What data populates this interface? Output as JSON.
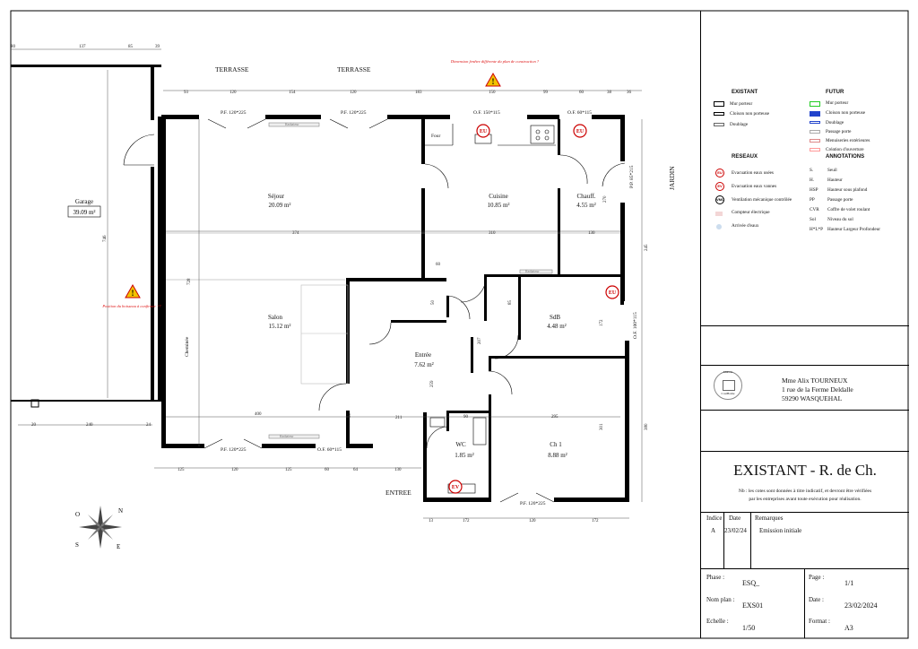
{
  "plan": {
    "rooms": [
      {
        "key": "sejour",
        "name": "Séjour",
        "area": "20.09 m²"
      },
      {
        "key": "cuisine",
        "name": "Cuisine",
        "area": "10.85 m²"
      },
      {
        "key": "chauff",
        "name": "Chauff.",
        "area": "4.55 m²"
      },
      {
        "key": "salon",
        "name": "Salon",
        "area": "15.12 m²"
      },
      {
        "key": "sdb",
        "name": "SdB",
        "area": "4.48 m²"
      },
      {
        "key": "entree",
        "name": "Entrée",
        "area": "7.62 m²"
      },
      {
        "key": "wc",
        "name": "WC",
        "area": "1.85 m²"
      },
      {
        "key": "ch1",
        "name": "Ch 1",
        "area": "8.88 m²"
      },
      {
        "key": "garage",
        "name": "Garage",
        "area": "39.09 m²"
      }
    ],
    "labels": {
      "terrasse": "TERRASSE",
      "jardin": "JARDIN",
      "entree": "ENTREE",
      "four": "Four",
      "cheminee": "Cheminée",
      "radiateur": "Radiateur",
      "pf": "P.F. 120*225",
      "of150": "O.F. 150*115",
      "of60": "O.F. 60*115",
      "pp85": "P.P. 85*215",
      "of100": "O.F. 100*115",
      "of60b": "O.F. 60*115",
      "note_top": "Dimension fenêtre différente du plan de construction ?",
      "note_left": "Position du boisseau à confirmer ??",
      "eu": "EU",
      "ev": "EV",
      "compass": [
        "N",
        "O",
        "S",
        "E"
      ]
    },
    "dims": {
      "top1": [
        "80",
        "137",
        "85",
        "39"
      ],
      "top2": [
        "93",
        "120",
        "154",
        "120",
        "183",
        "150",
        "99",
        "60",
        "38",
        "36"
      ],
      "mid": [
        "374",
        "310",
        "130",
        "60"
      ],
      "bottom_left": [
        "400",
        "211",
        "90",
        "295"
      ],
      "garage": [
        "20",
        "240",
        "24",
        "746"
      ],
      "bottom2": [
        "125",
        "120",
        "125",
        "60",
        "64",
        "130"
      ],
      "bottom3": [
        "13",
        "172",
        "120",
        "172"
      ],
      "vert": [
        "728",
        "245",
        "172",
        "301",
        "380",
        "259",
        "207",
        "50",
        "85",
        "60",
        "270"
      ]
    }
  },
  "legend": {
    "existant_title": "EXISTANT",
    "existant_items": [
      "Mur porteur",
      "Cloison non porteuse",
      "Doublage"
    ],
    "futur_title": "FUTUR",
    "futur_items": [
      "Mur porteur",
      "Cloison non porteuse",
      "Doublage",
      "Passage porte",
      "Menuiseries extérieures",
      "Création d'ouverture"
    ],
    "reseaux_title": "RESEAUX",
    "reseaux_items": [
      {
        "icon": "EU",
        "label": "Evacuation eaux usées"
      },
      {
        "icon": "EV",
        "label": "Evacuation eaux vannes"
      },
      {
        "icon": "VMC",
        "label": "Ventilation mécanique contrôlée"
      },
      {
        "icon": "",
        "label": "Compteur électrique"
      },
      {
        "icon": "",
        "label": "Arrivée d'eaux"
      }
    ],
    "annot_title": "ANNOTATIONS",
    "annot_items": [
      {
        "abbr": "S.",
        "label": "Seuil"
      },
      {
        "abbr": "H.",
        "label": "Hauteur"
      },
      {
        "abbr": "HSP",
        "label": "Hauteur sous plafond"
      },
      {
        "abbr": "PP",
        "label": "Passage porte"
      },
      {
        "abbr": "CVR",
        "label": "Coffre de volet roulant"
      },
      {
        "abbr": "Sol",
        "label": "Niveau du sol"
      },
      {
        "abbr": "H*L*P",
        "label": "Hauteur Largeur Profondeur"
      }
    ]
  },
  "titleblock": {
    "logo_line1": "Maison",
    "logo_line2": "CostHome",
    "client": "Mme Alix TOURNEUX",
    "address1": "1 rue de la Ferme Deldalle",
    "address2": "59290 WASQUEHAL",
    "title": "EXISTANT - R. de Ch.",
    "note1": "Nb : les cotes sont données à titre indicatif, et devront être vérifiées",
    "note2": "par les entreprises avant toute exécution pour réalisation.",
    "rev_headers": {
      "indice": "Indice",
      "date": "Date",
      "remarques": "Remarques"
    },
    "rev_row": {
      "indice": "A",
      "date": "23/02/24",
      "remarques": "Emission initiale"
    },
    "phase_label": "Phase :",
    "phase": "ESQ_",
    "page_label": "Page :",
    "page": "1/1",
    "nomplan_label": "Nom plan :",
    "nomplan": "EXS01",
    "date_label": "Date :",
    "date": "23/02/2024",
    "echelle_label": "Echelle :",
    "echelle": "1/50",
    "format_label": "Format :",
    "format": "A3"
  },
  "colors": {
    "wall": "#000000",
    "red": "#dd1111",
    "warn": "#f2c200",
    "futur_green": "#22cc22",
    "futur_blue": "#2244cc"
  }
}
